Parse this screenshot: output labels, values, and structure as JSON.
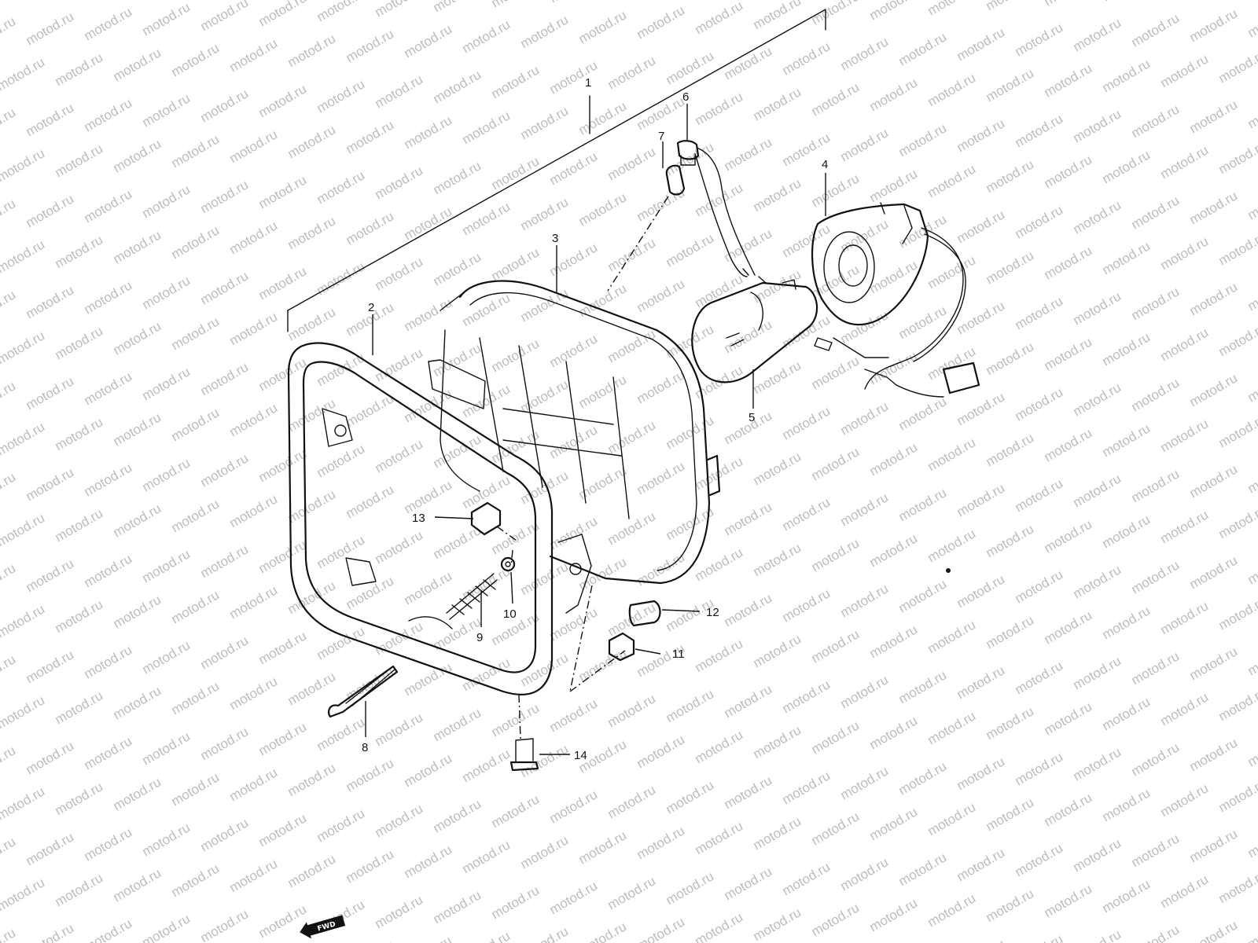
{
  "diagram": {
    "watermark": "motod.ru",
    "direction_badge": "FWD",
    "callouts": [
      "1",
      "2",
      "3",
      "4",
      "5",
      "6",
      "7",
      "8",
      "9",
      "10",
      "11",
      "12",
      "13",
      "14"
    ]
  }
}
